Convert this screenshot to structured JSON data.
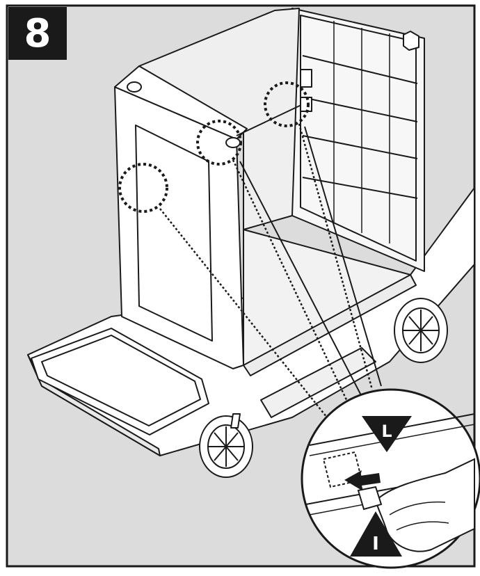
{
  "step": {
    "number": "8"
  },
  "callouts": {
    "top_marker": "L",
    "bottom_marker": "I"
  },
  "colors": {
    "background": "#dcdcdc",
    "outline": "#1a1a1a",
    "fill": "#ffffff"
  },
  "icons": [
    "step-number-badge",
    "dotted-highlight-circle",
    "triangle-marker",
    "arrow-icon",
    "hand"
  ]
}
